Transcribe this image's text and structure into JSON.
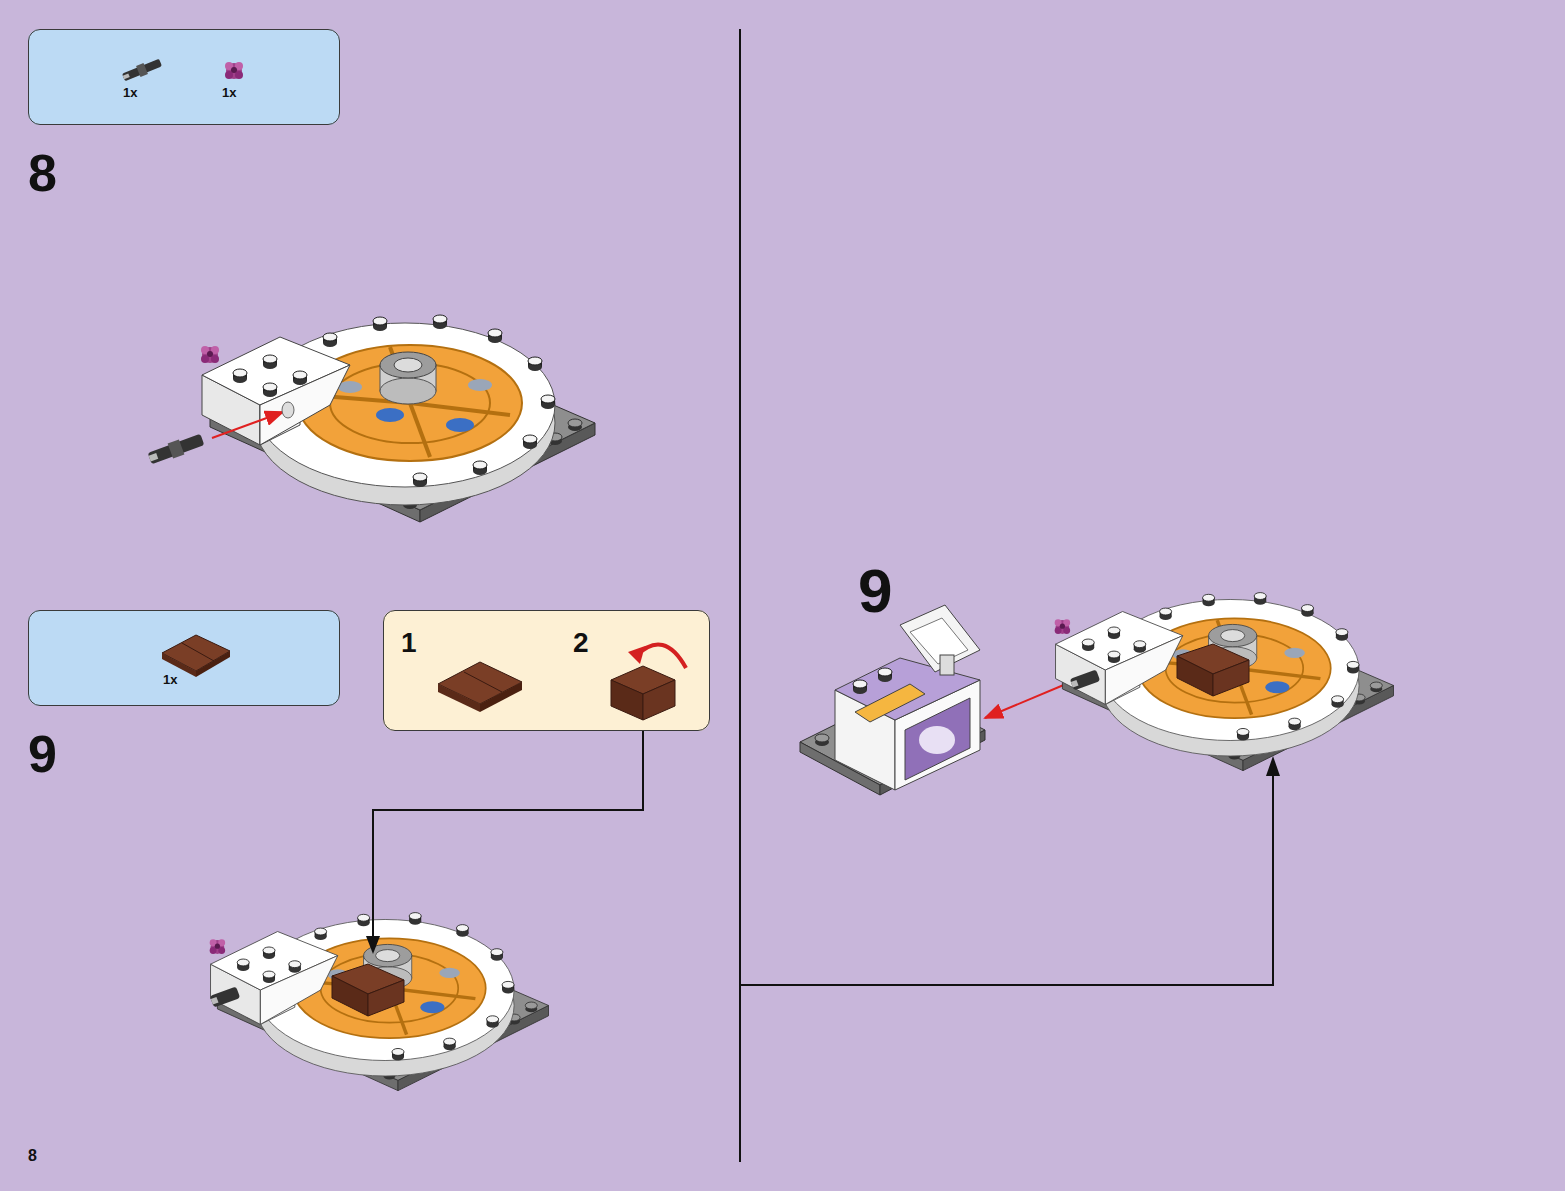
{
  "diagram": {
    "nodes": [
      {
        "text": [
          "1x",
          "1x"
        ]
      },
      {
        "text": [
          "1x"
        ]
      },
      {
        "text": [
          "1",
          "2"
        ]
      }
    ],
    "labels": [
      "8",
      "9",
      "9",
      "8"
    ]
  }
}
